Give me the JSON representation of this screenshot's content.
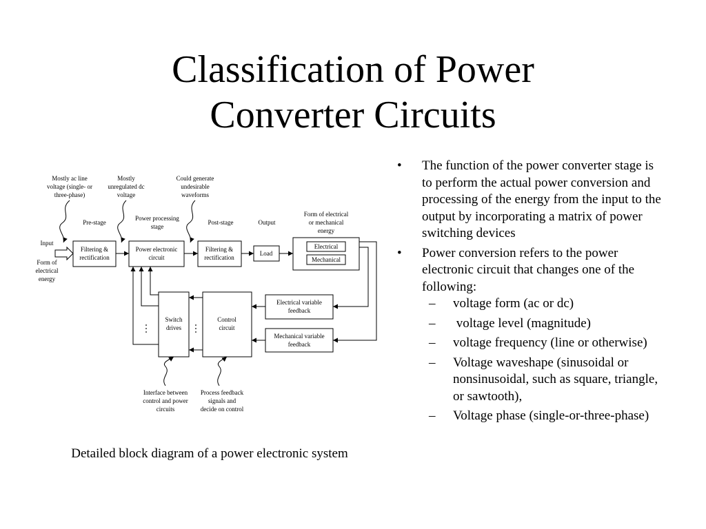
{
  "title": {
    "line1": "Classification of Power",
    "line2": "Converter Circuits"
  },
  "diagram": {
    "notes": {
      "ac_line_1": "Mostly ac line",
      "ac_line_2": "voltage (single- or",
      "ac_line_3": "three-phase)",
      "dc_1": "Mostly",
      "dc_2": "unregulated dc",
      "dc_3": "voltage",
      "wave_1": "Could generate",
      "wave_2": "undesirable",
      "wave_3": "waveforms",
      "iface_1": "Interface between",
      "iface_2": "control and power",
      "iface_3": "circuits",
      "proc_1": "Process feedback",
      "proc_2": "signals and",
      "proc_3": "decide on control"
    },
    "stages": {
      "pre": "Pre-stage",
      "power_1": "Power processing",
      "power_2": "stage",
      "post": "Post-stage",
      "output": "Output",
      "form_out_1": "Form of electrical",
      "form_out_2": "or mechanical",
      "form_out_3": "energy"
    },
    "input": {
      "label": "Input",
      "form_1": "Form of",
      "form_2": "electrical",
      "form_3": "energy"
    },
    "blocks": {
      "filter_in_1": "Filtering &",
      "filter_in_2": "rectification",
      "pe_1": "Power electronic",
      "pe_2": "circuit",
      "filter_out_1": "Filtering &",
      "filter_out_2": "rectification",
      "load": "Load",
      "electrical": "Electrical",
      "mechanical": "Mechanical",
      "elec_fb_1": "Electrical variable",
      "elec_fb_2": "feedback",
      "mech_fb_1": "Mechanical variable",
      "mech_fb_2": "feedback",
      "switch_1": "Switch",
      "switch_2": "drives",
      "control_1": "Control",
      "control_2": "circuit"
    }
  },
  "caption": "Detailed block diagram of a power electronic system",
  "bullets": [
    {
      "text": "The function of the power converter stage is to perform the actual power conversion and processing of the energy from the input to the output by incorporating a matrix of power switching devices"
    },
    {
      "text": "Power conversion refers to the power electronic circuit that changes one of the following:",
      "sub": [
        "voltage form (ac or dc)",
        " voltage level (magnitude)",
        "voltage frequency (line or otherwise)",
        "Voltage waveshape (sinusoidal or nonsinusoidal, such as square, triangle, or sawtooth),",
        "Voltage phase (single-or-three-phase)"
      ]
    }
  ],
  "markers": {
    "bullet": "•",
    "dash": "–"
  }
}
